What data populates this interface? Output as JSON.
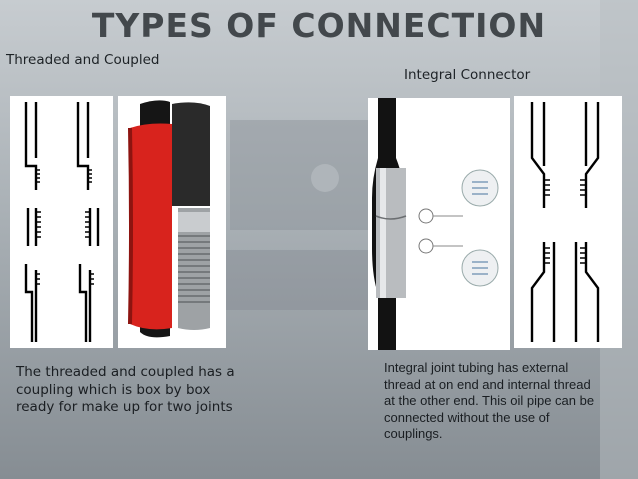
{
  "slide": {
    "title": "TYPES OF CONNECTION",
    "left_heading": "Threaded and Coupled",
    "right_heading": "Integral Connector",
    "left_caption": "The threaded and coupled has a coupling which is box by box ready for make up for two joints",
    "right_caption": "Integral joint tubing has external thread at on end and internal thread at the other end. This oil pipe can be connected without the use of couplings."
  },
  "colors": {
    "coupling_red": "#d8231d",
    "pipe_black": "#111111",
    "title_gray": "#43484c"
  }
}
